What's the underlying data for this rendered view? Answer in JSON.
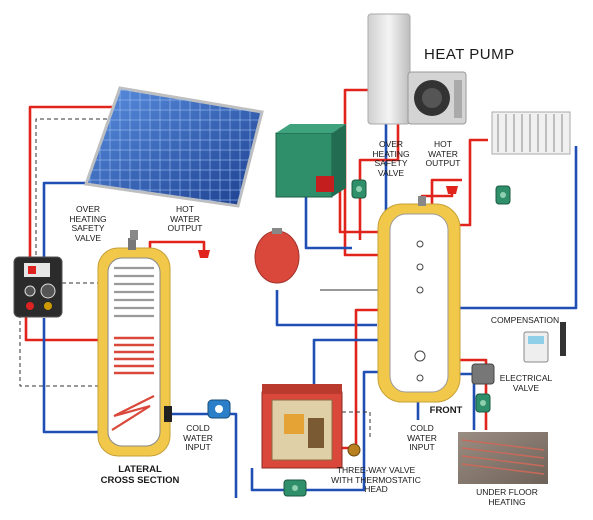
{
  "labels": {
    "heat_pump": "HEAT PUMP",
    "overheat_left": "OVER\nHEATING\nSAFETY\nVALVE",
    "hot_water_left": "HOT\nWATER\nOUTPUT",
    "overheat_right": "OVER\nHEATING\nSAFETY\nVALVE",
    "hot_water_right": "HOT\nWATER\nOUTPUT",
    "compensation": "COMPENSATION",
    "electrical_valve": "ELECTRICAL\nVALVE",
    "front": "FRONT",
    "cold_water_left": "COLD\nWATER\nINPUT",
    "cold_water_right": "COLD\nWATER\nINPUT",
    "lateral_cross_section": "LATERAL\nCROSS SECTION",
    "three_way_valve": "THREE-WAY VALVE\nWITH THERMOSTATIC\nHEAD",
    "under_floor_heating": "UNDER FLOOR\nHEATING"
  },
  "colors": {
    "hot_pipe": "#e0241b",
    "cold_pipe": "#1f4fb4",
    "insulation": "#f2c84a",
    "tank_red": "#d9483a",
    "boiler_green": "#2f8f6a",
    "solar_blue": "#2b63b8"
  }
}
